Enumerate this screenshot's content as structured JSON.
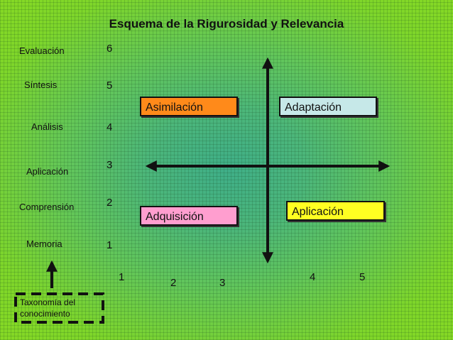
{
  "title": "Esquema de la Rigurosidad y Relevancia",
  "taxonomy_levels": [
    "Evaluación",
    "Síntesis",
    "Análisis",
    "Aplicación",
    "Comprensión",
    "Memoria"
  ],
  "y_numbers": [
    "6",
    "5",
    "4",
    "3",
    "2",
    "1"
  ],
  "x_numbers": [
    "1",
    "2",
    "3",
    "4",
    "5"
  ],
  "quadrants": {
    "top_left": {
      "label": "Asimilación",
      "color": "#ff8a1a"
    },
    "top_right": {
      "label": "Adaptación",
      "color": "#c6e8e8"
    },
    "bottom_left": {
      "label": "Adquisición",
      "color": "#ff9ecf"
    },
    "bottom_right": {
      "label": "Aplicación",
      "color": "#ffff22"
    }
  },
  "taxonomy_box_label": "Taxonomía del conocimiento",
  "colors": {
    "background": "#7ed62a",
    "axis": "#111111"
  }
}
